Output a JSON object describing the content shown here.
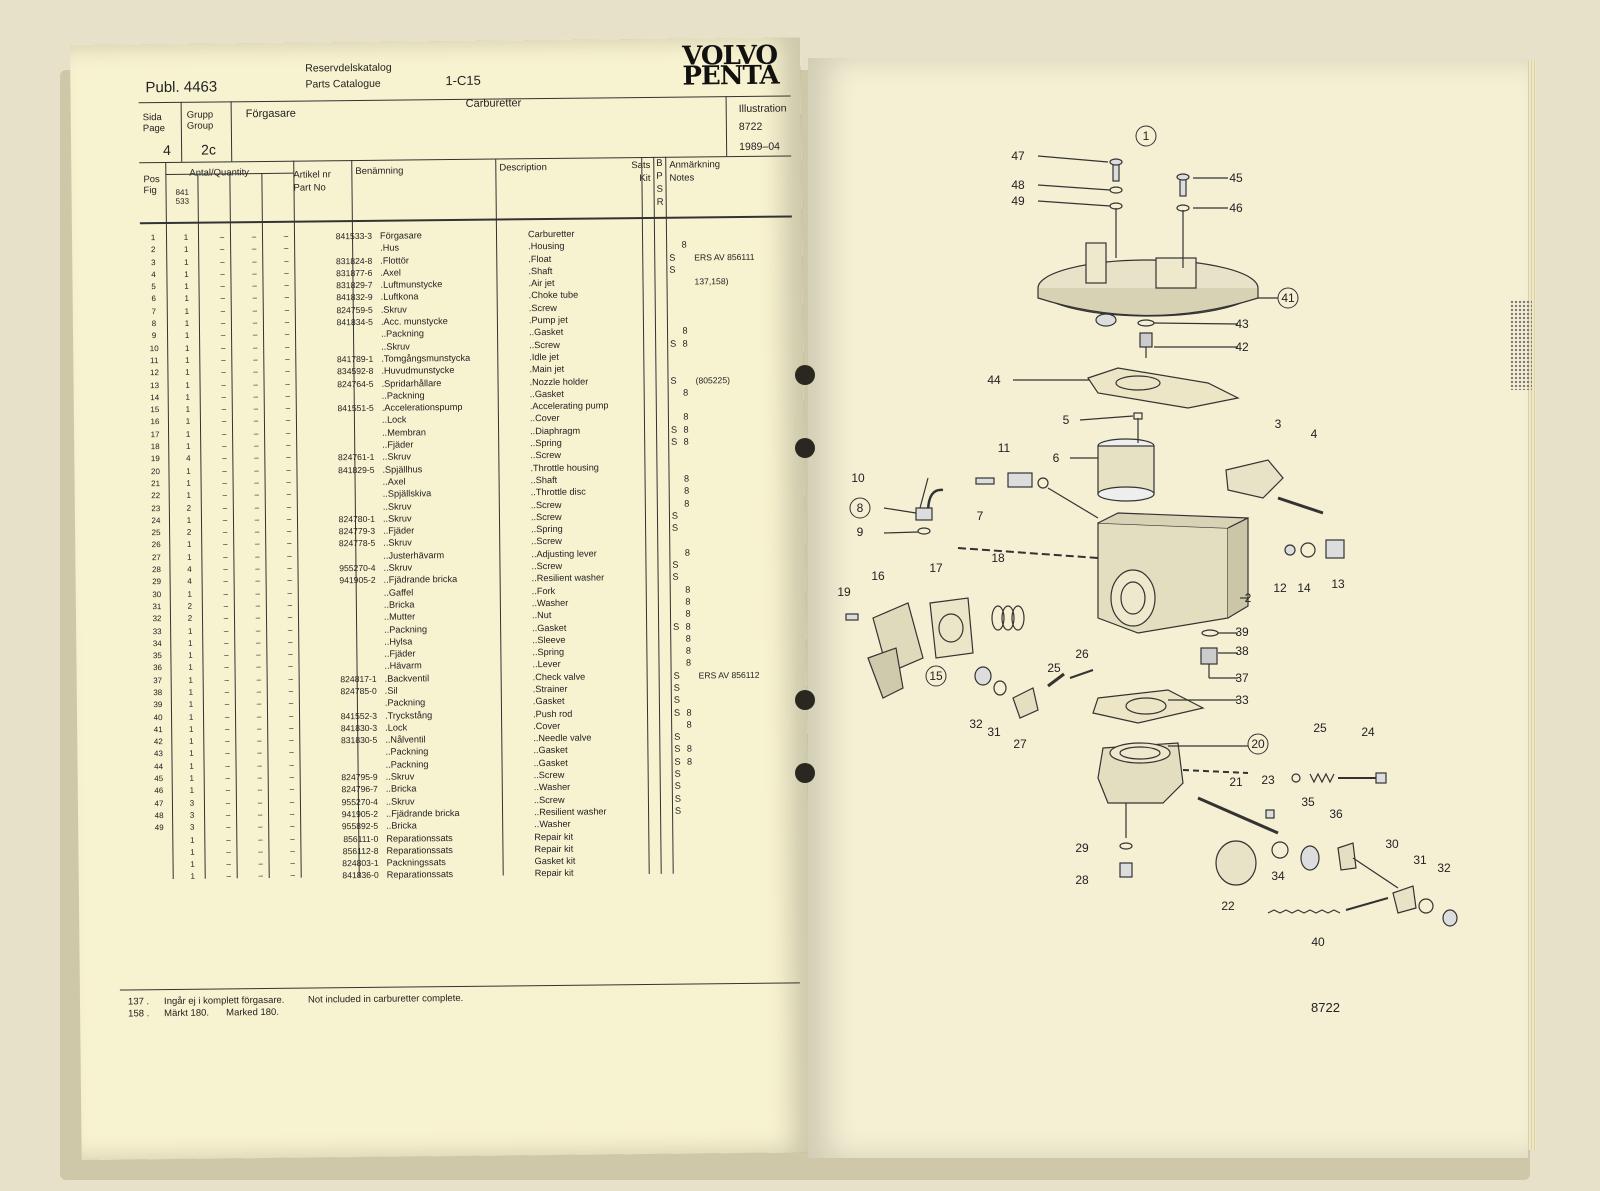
{
  "header": {
    "publ": "Publ. 4463",
    "catalogue_sv": "Reservdelskatalog",
    "catalogue_en": "Parts Catalogue",
    "code": "1-C15",
    "logo_line1": "VOLVO",
    "logo_line2": "PENTA",
    "sida_page": "Sida\nPage",
    "grupp_group": "Grupp\nGroup",
    "title_sv": "Förgasare",
    "title_en": "Carburetter",
    "page_value": "4",
    "group_value": "2c",
    "illustration_label": "Illustration",
    "illustration_value": "8722",
    "date": "1989–04"
  },
  "columns": {
    "pos_fig": "Pos\nFig",
    "antal": "Antal/Quantity",
    "antal_sub": "841\n533",
    "artikel": "Artikel nr\nPart No",
    "benamning": "Benämning",
    "description": "Description",
    "sats": "Sats\nKit",
    "bpsr": "B\nP\nS\nR",
    "anmarkning": "Anmärkning\nNotes"
  },
  "rows": [
    {
      "pos": "1",
      "q": "1",
      "part": "841533-3",
      "sv": "Förgasare",
      "en": "Carburetter",
      "s": "",
      "b": "",
      "note": ""
    },
    {
      "pos": "2",
      "q": "1",
      "part": "",
      "sv": ".Hus",
      "en": ".Housing",
      "s": "",
      "b": "8",
      "note": ""
    },
    {
      "pos": "3",
      "q": "1",
      "part": "831824-8",
      "sv": ".Flottör",
      "en": ".Float",
      "s": "S",
      "b": "",
      "note": "ERS AV 856111"
    },
    {
      "pos": "4",
      "q": "1",
      "part": "831877-6",
      "sv": ".Axel",
      "en": ".Shaft",
      "s": "S",
      "b": "",
      "note": ""
    },
    {
      "pos": "5",
      "q": "1",
      "part": "831829-7",
      "sv": ".Luftmunstycke",
      "en": ".Air jet",
      "s": "",
      "b": "",
      "note": "137,158)"
    },
    {
      "pos": "6",
      "q": "1",
      "part": "841832-9",
      "sv": ".Luftkona",
      "en": ".Choke tube",
      "s": "",
      "b": "",
      "note": ""
    },
    {
      "pos": "7",
      "q": "1",
      "part": "824759-5",
      "sv": ".Skruv",
      "en": ".Screw",
      "s": "",
      "b": "",
      "note": ""
    },
    {
      "pos": "8",
      "q": "1",
      "part": "841834-5",
      "sv": ".Acc. munstycke",
      "en": ".Pump jet",
      "s": "",
      "b": "",
      "note": ""
    },
    {
      "pos": "9",
      "q": "1",
      "part": "",
      "sv": "..Packning",
      "en": "..Gasket",
      "s": "",
      "b": "8",
      "note": ""
    },
    {
      "pos": "10",
      "q": "1",
      "part": "",
      "sv": "..Skruv",
      "en": "..Screw",
      "s": "S",
      "b": "8",
      "note": ""
    },
    {
      "pos": "11",
      "q": "1",
      "part": "841789-1",
      "sv": ".Tomgångsmunstycka",
      "en": ".Idle jet",
      "s": "",
      "b": "",
      "note": ""
    },
    {
      "pos": "12",
      "q": "1",
      "part": "834592-8",
      "sv": ".Huvudmunstycke",
      "en": ".Main jet",
      "s": "",
      "b": "",
      "note": ""
    },
    {
      "pos": "13",
      "q": "1",
      "part": "824764-5",
      "sv": ".Spridarhållare",
      "en": ".Nozzle holder",
      "s": "S",
      "b": "",
      "note": "(805225)"
    },
    {
      "pos": "14",
      "q": "1",
      "part": "",
      "sv": "..Packning",
      "en": "..Gasket",
      "s": "",
      "b": "8",
      "note": ""
    },
    {
      "pos": "15",
      "q": "1",
      "part": "841551-5",
      "sv": ".Accelerationspump",
      "en": ".Accelerating pump",
      "s": "",
      "b": "",
      "note": ""
    },
    {
      "pos": "16",
      "q": "1",
      "part": "",
      "sv": "..Lock",
      "en": "..Cover",
      "s": "",
      "b": "8",
      "note": ""
    },
    {
      "pos": "17",
      "q": "1",
      "part": "",
      "sv": "..Membran",
      "en": "..Diaphragm",
      "s": "S",
      "b": "8",
      "note": ""
    },
    {
      "pos": "18",
      "q": "1",
      "part": "",
      "sv": "..Fjäder",
      "en": "..Spring",
      "s": "S",
      "b": "8",
      "note": ""
    },
    {
      "pos": "19",
      "q": "4",
      "part": "824761-1",
      "sv": "..Skruv",
      "en": "..Screw",
      "s": "",
      "b": "",
      "note": ""
    },
    {
      "pos": "20",
      "q": "1",
      "part": "841829-5",
      "sv": ".Spjällhus",
      "en": ".Throttle housing",
      "s": "",
      "b": "",
      "note": ""
    },
    {
      "pos": "21",
      "q": "1",
      "part": "",
      "sv": "..Axel",
      "en": "..Shaft",
      "s": "",
      "b": "8",
      "note": ""
    },
    {
      "pos": "22",
      "q": "1",
      "part": "",
      "sv": "..Spjällskiva",
      "en": "..Throttle disc",
      "s": "",
      "b": "8",
      "note": ""
    },
    {
      "pos": "23",
      "q": "2",
      "part": "",
      "sv": "..Skruv",
      "en": "..Screw",
      "s": "",
      "b": "8",
      "note": ""
    },
    {
      "pos": "24",
      "q": "1",
      "part": "824780-1",
      "sv": "..Skruv",
      "en": "..Screw",
      "s": "S",
      "b": "",
      "note": ""
    },
    {
      "pos": "25",
      "q": "2",
      "part": "824779-3",
      "sv": "..Fjäder",
      "en": "..Spring",
      "s": "S",
      "b": "",
      "note": ""
    },
    {
      "pos": "26",
      "q": "1",
      "part": "824778-5",
      "sv": "..Skruv",
      "en": "..Screw",
      "s": "",
      "b": "",
      "note": ""
    },
    {
      "pos": "27",
      "q": "1",
      "part": "",
      "sv": "..Justerhävarm",
      "en": "..Adjusting lever",
      "s": "",
      "b": "8",
      "note": ""
    },
    {
      "pos": "28",
      "q": "4",
      "part": "955270-4",
      "sv": "..Skruv",
      "en": "..Screw",
      "s": "S",
      "b": "",
      "note": ""
    },
    {
      "pos": "29",
      "q": "4",
      "part": "941905-2",
      "sv": "..Fjädrande bricka",
      "en": "..Resilient washer",
      "s": "S",
      "b": "",
      "note": ""
    },
    {
      "pos": "30",
      "q": "1",
      "part": "",
      "sv": "..Gaffel",
      "en": "..Fork",
      "s": "",
      "b": "8",
      "note": ""
    },
    {
      "pos": "31",
      "q": "2",
      "part": "",
      "sv": "..Bricka",
      "en": "..Washer",
      "s": "",
      "b": "8",
      "note": ""
    },
    {
      "pos": "32",
      "q": "2",
      "part": "",
      "sv": "..Mutter",
      "en": "..Nut",
      "s": "",
      "b": "8",
      "note": ""
    },
    {
      "pos": "33",
      "q": "1",
      "part": "",
      "sv": "..Packning",
      "en": "..Gasket",
      "s": "S",
      "b": "8",
      "note": ""
    },
    {
      "pos": "34",
      "q": "1",
      "part": "",
      "sv": "..Hylsa",
      "en": "..Sleeve",
      "s": "",
      "b": "8",
      "note": ""
    },
    {
      "pos": "35",
      "q": "1",
      "part": "",
      "sv": "..Fjäder",
      "en": "..Spring",
      "s": "",
      "b": "8",
      "note": ""
    },
    {
      "pos": "36",
      "q": "1",
      "part": "",
      "sv": "..Hävarm",
      "en": "..Lever",
      "s": "",
      "b": "8",
      "note": ""
    },
    {
      "pos": "37",
      "q": "1",
      "part": "824817-1",
      "sv": ".Backventil",
      "en": ".Check valve",
      "s": "S",
      "b": "",
      "note": "ERS AV 856112"
    },
    {
      "pos": "38",
      "q": "1",
      "part": "824785-0",
      "sv": ".Sil",
      "en": ".Strainer",
      "s": "S",
      "b": "",
      "note": ""
    },
    {
      "pos": "39",
      "q": "1",
      "part": "",
      "sv": ".Packning",
      "en": ".Gasket",
      "s": "S",
      "b": "",
      "note": ""
    },
    {
      "pos": "40",
      "q": "1",
      "part": "841552-3",
      "sv": ".Tryckstång",
      "en": ".Push rod",
      "s": "S",
      "b": "8",
      "note": ""
    },
    {
      "pos": "41",
      "q": "1",
      "part": "841830-3",
      "sv": ".Lock",
      "en": ".Cover",
      "s": "",
      "b": "8",
      "note": ""
    },
    {
      "pos": "42",
      "q": "1",
      "part": "831830-5",
      "sv": "..Nålventil",
      "en": "..Needle valve",
      "s": "S",
      "b": "",
      "note": ""
    },
    {
      "pos": "43",
      "q": "1",
      "part": "",
      "sv": "..Packning",
      "en": "..Gasket",
      "s": "S",
      "b": "8",
      "note": ""
    },
    {
      "pos": "44",
      "q": "1",
      "part": "",
      "sv": "..Packning",
      "en": "..Gasket",
      "s": "S",
      "b": "8",
      "note": ""
    },
    {
      "pos": "45",
      "q": "1",
      "part": "824795-9",
      "sv": "..Skruv",
      "en": "..Screw",
      "s": "S",
      "b": "",
      "note": ""
    },
    {
      "pos": "46",
      "q": "1",
      "part": "824796-7",
      "sv": "..Bricka",
      "en": "..Washer",
      "s": "S",
      "b": "",
      "note": ""
    },
    {
      "pos": "47",
      "q": "3",
      "part": "955270-4",
      "sv": "..Skruv",
      "en": "..Screw",
      "s": "S",
      "b": "",
      "note": ""
    },
    {
      "pos": "48",
      "q": "3",
      "part": "941905-2",
      "sv": "..Fjädrande bricka",
      "en": "..Resilient washer",
      "s": "S",
      "b": "",
      "note": ""
    },
    {
      "pos": "49",
      "q": "3",
      "part": "955892-5",
      "sv": "..Bricka",
      "en": "..Washer",
      "s": "",
      "b": "",
      "note": ""
    },
    {
      "pos": "",
      "q": "1",
      "part": "856111-0",
      "sv": "Reparationssats",
      "en": "Repair kit",
      "s": "",
      "b": "",
      "note": ""
    },
    {
      "pos": "",
      "q": "1",
      "part": "856112-8",
      "sv": "Reparationssats",
      "en": "Repair kit",
      "s": "",
      "b": "",
      "note": ""
    },
    {
      "pos": "",
      "q": "1",
      "part": "824803-1",
      "sv": "Packningssats",
      "en": "Gasket kit",
      "s": "",
      "b": "",
      "note": ""
    },
    {
      "pos": "",
      "q": "1",
      "part": "841836-0",
      "sv": "Reparationssats",
      "en": "Repair kit",
      "s": "",
      "b": "",
      "note": ""
    }
  ],
  "dash": "–",
  "footnotes": [
    {
      "num": "137 .",
      "sv": "Ingår ej i komplett förgasare.",
      "en": "Not included in carburetter complete."
    },
    {
      "num": "158 .",
      "sv": "Märkt 180.",
      "en": "Marked 180."
    }
  ],
  "illustration_number": "8722",
  "callouts": [
    "1",
    "2",
    "3",
    "4",
    "5",
    "6",
    "7",
    "8",
    "9",
    "10",
    "11",
    "12",
    "13",
    "14",
    "15",
    "16",
    "17",
    "18",
    "19",
    "20",
    "21",
    "22",
    "23",
    "24",
    "25",
    "26",
    "27",
    "28",
    "29",
    "30",
    "31",
    "32",
    "33",
    "34",
    "35",
    "36",
    "37",
    "38",
    "39",
    "40",
    "41",
    "42",
    "43",
    "44",
    "45",
    "46",
    "47",
    "48",
    "49"
  ]
}
